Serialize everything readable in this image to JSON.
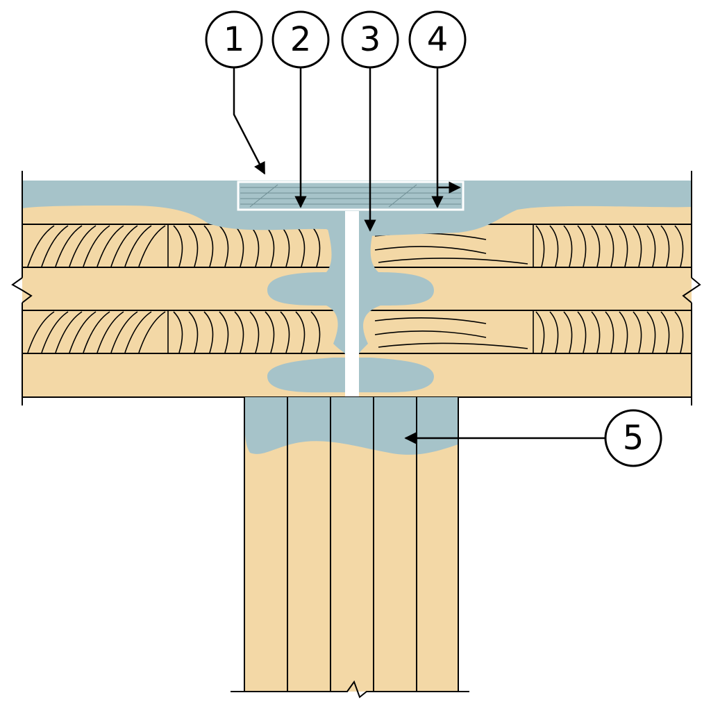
{
  "colors": {
    "wood": "#f3d8a6",
    "moisture": "#a6c3c9",
    "outline": "#000000",
    "background": "#ffffff"
  },
  "callouts": [
    {
      "number": "1"
    },
    {
      "number": "2"
    },
    {
      "number": "3"
    },
    {
      "number": "4"
    },
    {
      "number": "5"
    }
  ]
}
